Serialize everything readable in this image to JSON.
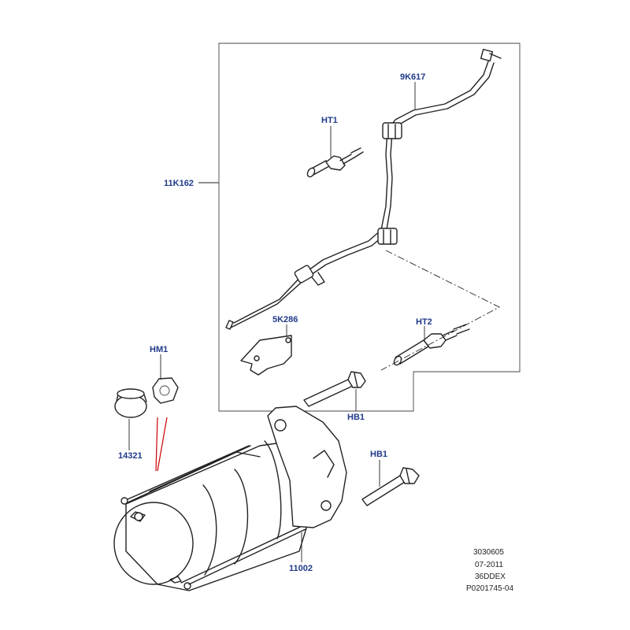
{
  "labels": {
    "k9617": "9K617",
    "ht1": "HT1",
    "k11162": "11K162",
    "k5286": "5K286",
    "ht2": "HT2",
    "hm1": "HM1",
    "hb1_upper": "HB1",
    "hb1_lower": "HB1",
    "p14321": "14321",
    "p11002": "11002"
  },
  "reference": {
    "code": "3030605",
    "date": "07-2011",
    "model": "36DDEX",
    "illustration": "P0201745-04"
  },
  "colors": {
    "label": "#1f3a8a",
    "line": "#222222",
    "highlight": "#cc0000",
    "background": "#ffffff"
  }
}
